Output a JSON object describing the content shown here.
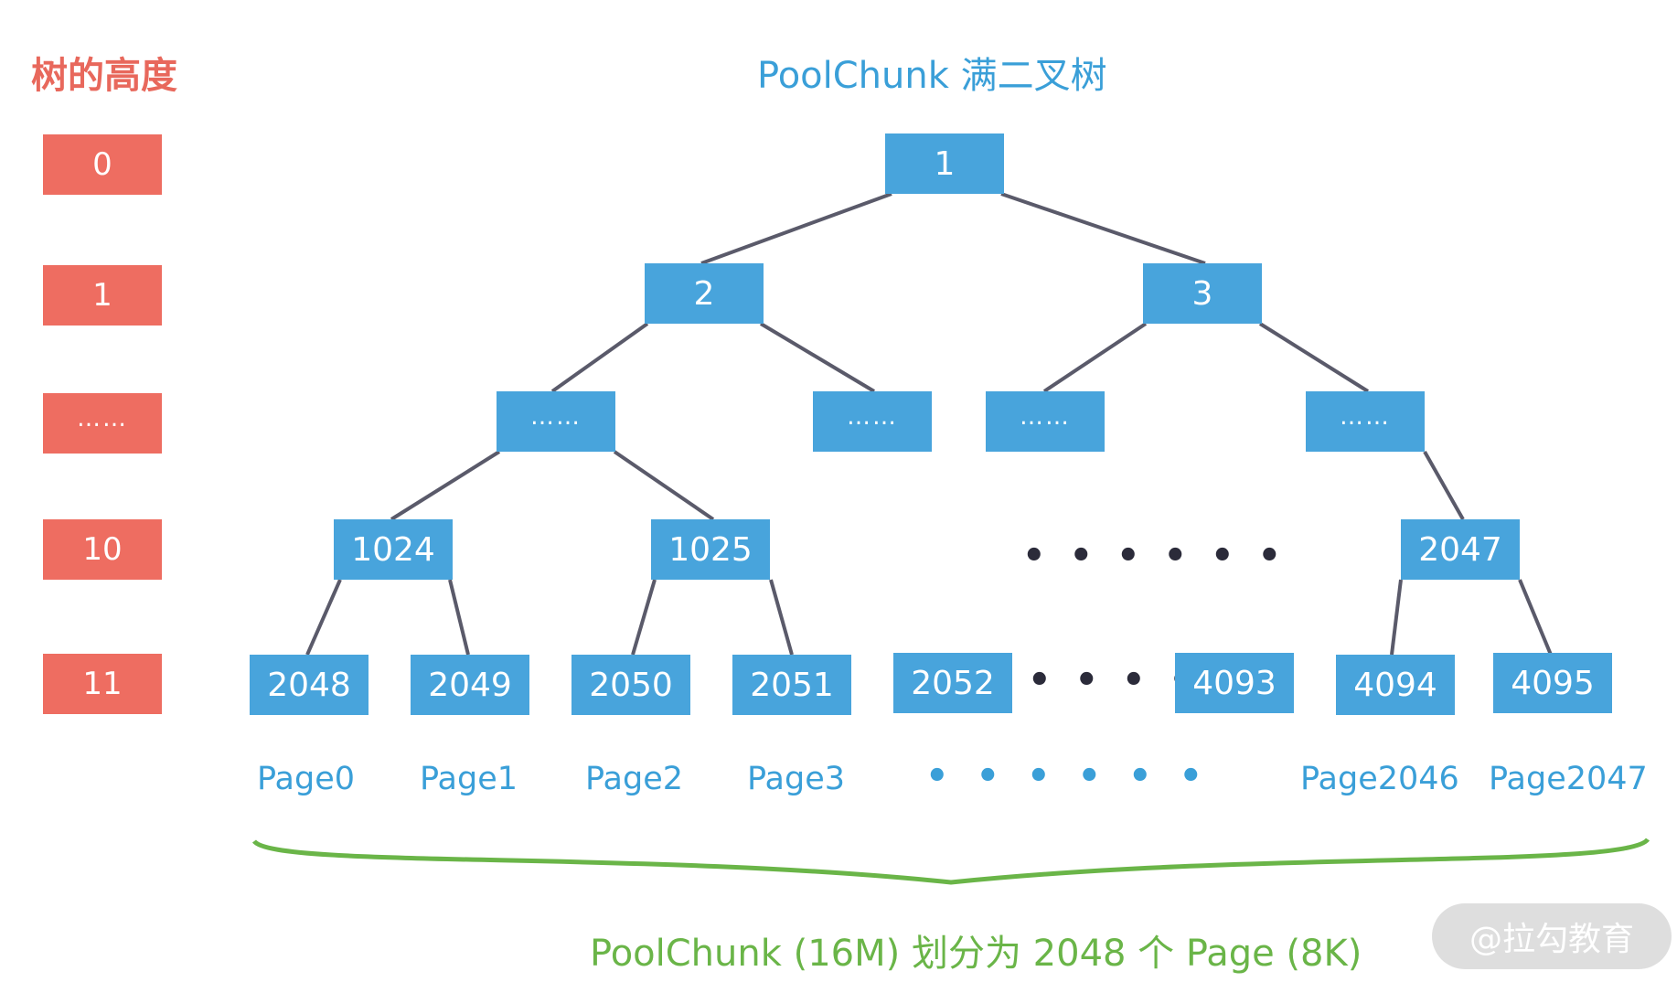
{
  "height_title": "树的高度",
  "tree_title": "PoolChunk 满二叉树",
  "height_levels": [
    "0",
    "1",
    "……",
    "10",
    "11"
  ],
  "nodes": {
    "n1": "1",
    "n2": "2",
    "n3": "3",
    "d_left": "……",
    "d_midleft": "……",
    "d_midright": "……",
    "d_right": "……",
    "n1024": "1024",
    "n1025": "1025",
    "n2047": "2047",
    "n2048": "2048",
    "n2049": "2049",
    "n2050": "2050",
    "n2051": "2051",
    "n2052": "2052",
    "n4093": "4093",
    "n4094": "4094",
    "n4095": "4095"
  },
  "level10_ellipsis": "• • • • • •",
  "leaf_ellipsis": "• • • • • •",
  "pages": [
    "Page0",
    "Page1",
    "Page2",
    "Page3",
    "Page2046",
    "Page2047"
  ],
  "pages_ellipsis": "• • • • • •",
  "summary": "PoolChunk (16M) 划分为 2048 个 Page (8K)",
  "watermark": "@拉勾教育",
  "colors": {
    "height_box": "#ee6d61",
    "node_box": "#48a4dc",
    "edge": "#5a5a6a",
    "brace": "#6ab548",
    "title_blue": "#3a9fd8",
    "title_red": "#e8685c",
    "summary_green": "#6ab548"
  }
}
